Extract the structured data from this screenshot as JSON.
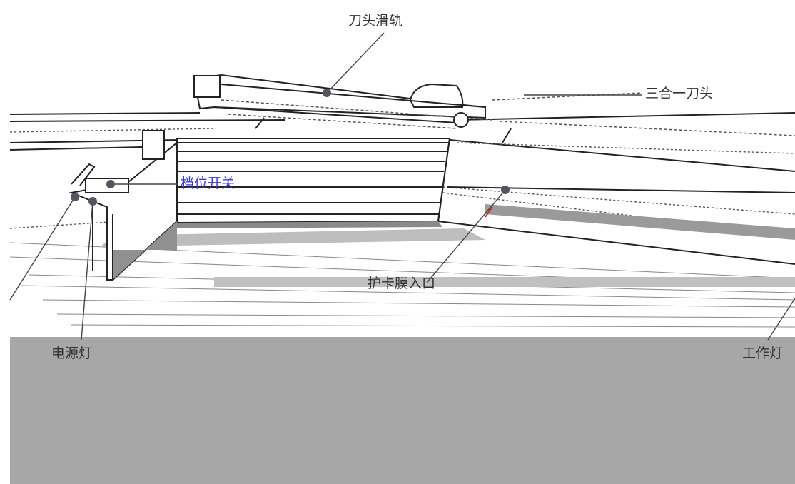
{
  "labels": {
    "blade_rail": "刀头滑轨",
    "three_in_one_blade": "三合一刀头",
    "gear_switch": "档位开关",
    "film_entry": "护卡膜入口",
    "power_light": "电源灯",
    "work_light": "工作灯"
  },
  "colors": {
    "line": "#222222",
    "gray_fill": "#a7a7a7",
    "light_gray": "#d4d4d4",
    "label_text": "#333333",
    "switch_label": "#3a3ad0",
    "marker": "#555560"
  }
}
